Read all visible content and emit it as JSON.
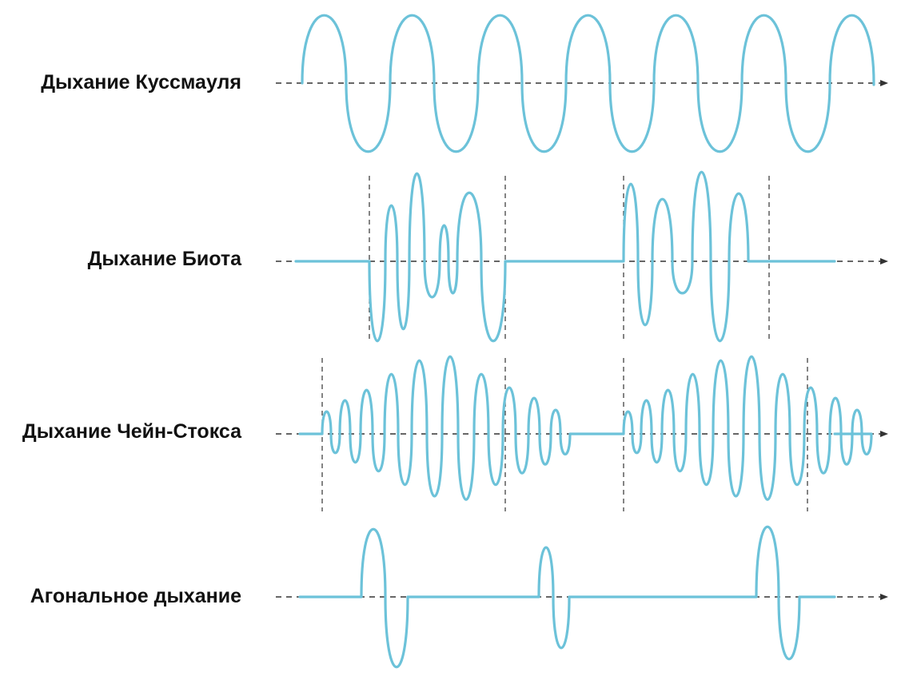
{
  "rows": [
    {
      "key": "kussmaul",
      "label": "Дыхание Куссмауля"
    },
    {
      "key": "biot",
      "label": "Дыхание Биота"
    },
    {
      "key": "cheyne_stokes",
      "label": "Дыхание Чейн-Стокса"
    },
    {
      "key": "agonal",
      "label": "Агональное дыхание"
    }
  ],
  "colors": {
    "wave": "#6cc2d9",
    "axis": "#333333",
    "text": "#111111",
    "background": "#ffffff"
  }
}
